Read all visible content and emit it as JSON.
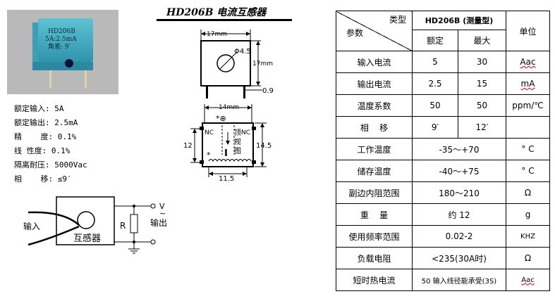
{
  "title": "HD206B 电流互感器",
  "photo": {
    "line1": "HD206B",
    "line2": "5A:2.5mA",
    "line3": "角差: 9′"
  },
  "specs": [
    "额定输入: 5A",
    "额定输出: 2.5mA",
    "精    度: 0.1%",
    "线 性度: 0.1%",
    "隔离耐压: 5000Vac",
    "相    移: ≤9′"
  ],
  "dims_top": {
    "width": "17mm",
    "height": "17mm",
    "hole": "Φ4.5",
    "pin": "0.9"
  },
  "dims_bottom": {
    "width": "14mm",
    "pin_span": "11.5",
    "height_left": "12",
    "height_right": "14.5",
    "nc_left": "NC",
    "nc_right": "NC",
    "top_view": [
      "顶",
      "视",
      "图"
    ],
    "mark_star": "*",
    "mark_circle": "*⊕",
    "mark_i": "I"
  },
  "circuit": {
    "input": "输入",
    "output": "输出",
    "device": "互感器",
    "resistor": "R",
    "voltage": "V",
    "tilde": "~"
  },
  "table": {
    "header_type": "类型",
    "header_param": "参数",
    "model": "HD206B (测量型)",
    "unit": "单位",
    "rated": "额定",
    "max": "最大",
    "rows": [
      {
        "param": "输入电流",
        "rated": "5",
        "max": "30",
        "unit": "Aac"
      },
      {
        "param": "输出电流",
        "rated": "2.5",
        "max": "15",
        "unit": "mA"
      },
      {
        "param": "温度系数",
        "rated": "50",
        "max": "50",
        "unit": "ppm/℃"
      },
      {
        "param": "相    移",
        "rated": "9′",
        "max": "12′",
        "unit": ""
      },
      {
        "param": "工作温度",
        "value": "-35～+70",
        "unit": "° C"
      },
      {
        "param": "储存温度",
        "value": "-40～+75",
        "unit": "° C"
      },
      {
        "param": "副边内阻范围",
        "value": "180～210",
        "unit": "Ω"
      },
      {
        "param": "重    量",
        "value": "约 12",
        "unit": "g"
      },
      {
        "param": "使用频率范围",
        "value": "0.02-2",
        "unit": "KHZ"
      },
      {
        "param": "负载电阻",
        "value": "<235(30A时)",
        "unit": "Ω"
      },
      {
        "param": "短时热电流",
        "value": "50 输入线径能承受(3S)",
        "unit": "Aac"
      }
    ]
  }
}
